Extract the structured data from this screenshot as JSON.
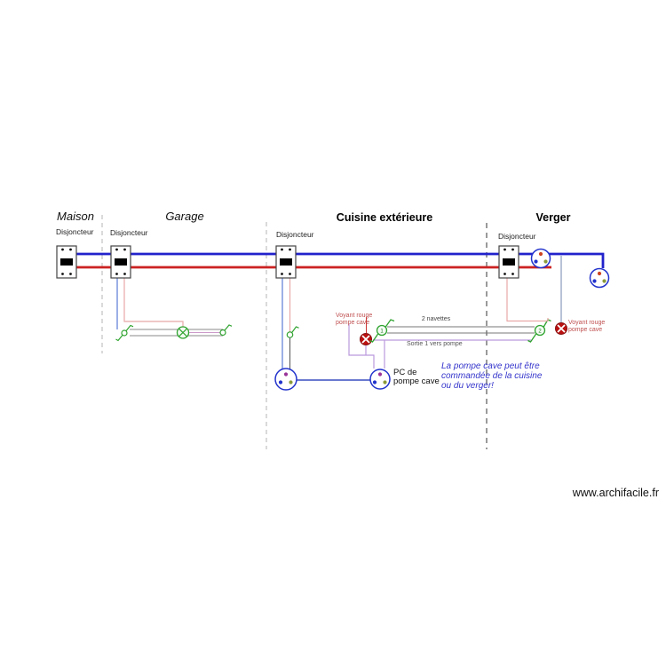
{
  "watermark": "www.archifacile.fr",
  "zones": [
    {
      "title": "Maison",
      "breaker": "Disjoncteur"
    },
    {
      "title": "Garage",
      "breaker": "Disjoncteur"
    },
    {
      "title": "Cuisine extérieure",
      "breaker": "Disjoncteur"
    },
    {
      "title": "Verger",
      "breaker": "Disjoncteur"
    }
  ],
  "annotations": {
    "voyant_cuisine": {
      "line1": "Voyant rouge",
      "line2": "pompe cave"
    },
    "voyant_verger": {
      "line1": "Voyant rouge",
      "line2": "pompe cave"
    },
    "navettes": "2 navettes",
    "sortie": "Sortie 1 vers pompe",
    "pc_pompe": {
      "line1": "PC de",
      "line2": "pompe cave"
    },
    "note": {
      "line1": "La pompe cave peut être",
      "line2": "commandée de la cuisine",
      "line3": "ou du verger!"
    }
  },
  "switch_numbers": {
    "one": "1",
    "two": "2"
  },
  "colors": {
    "bus_blue": "#2222cc",
    "bus_red": "#cc2222",
    "wire_blue": "#5b7bd5",
    "wire_pink": "#e8a8a8",
    "wire_violet": "#bb99dd",
    "wire_gray": "#808080",
    "wire_neutral_tap": "#8899bb",
    "symbol_green": "#2fa32f",
    "voyant_red": "#bb1111",
    "socket_blue": "#2233cc",
    "dot_purple": "#993399",
    "dot_red": "#cc4422",
    "dot_olive": "#8a9a3a",
    "note_blue": "#3333cc",
    "label_red": "#c05050"
  }
}
